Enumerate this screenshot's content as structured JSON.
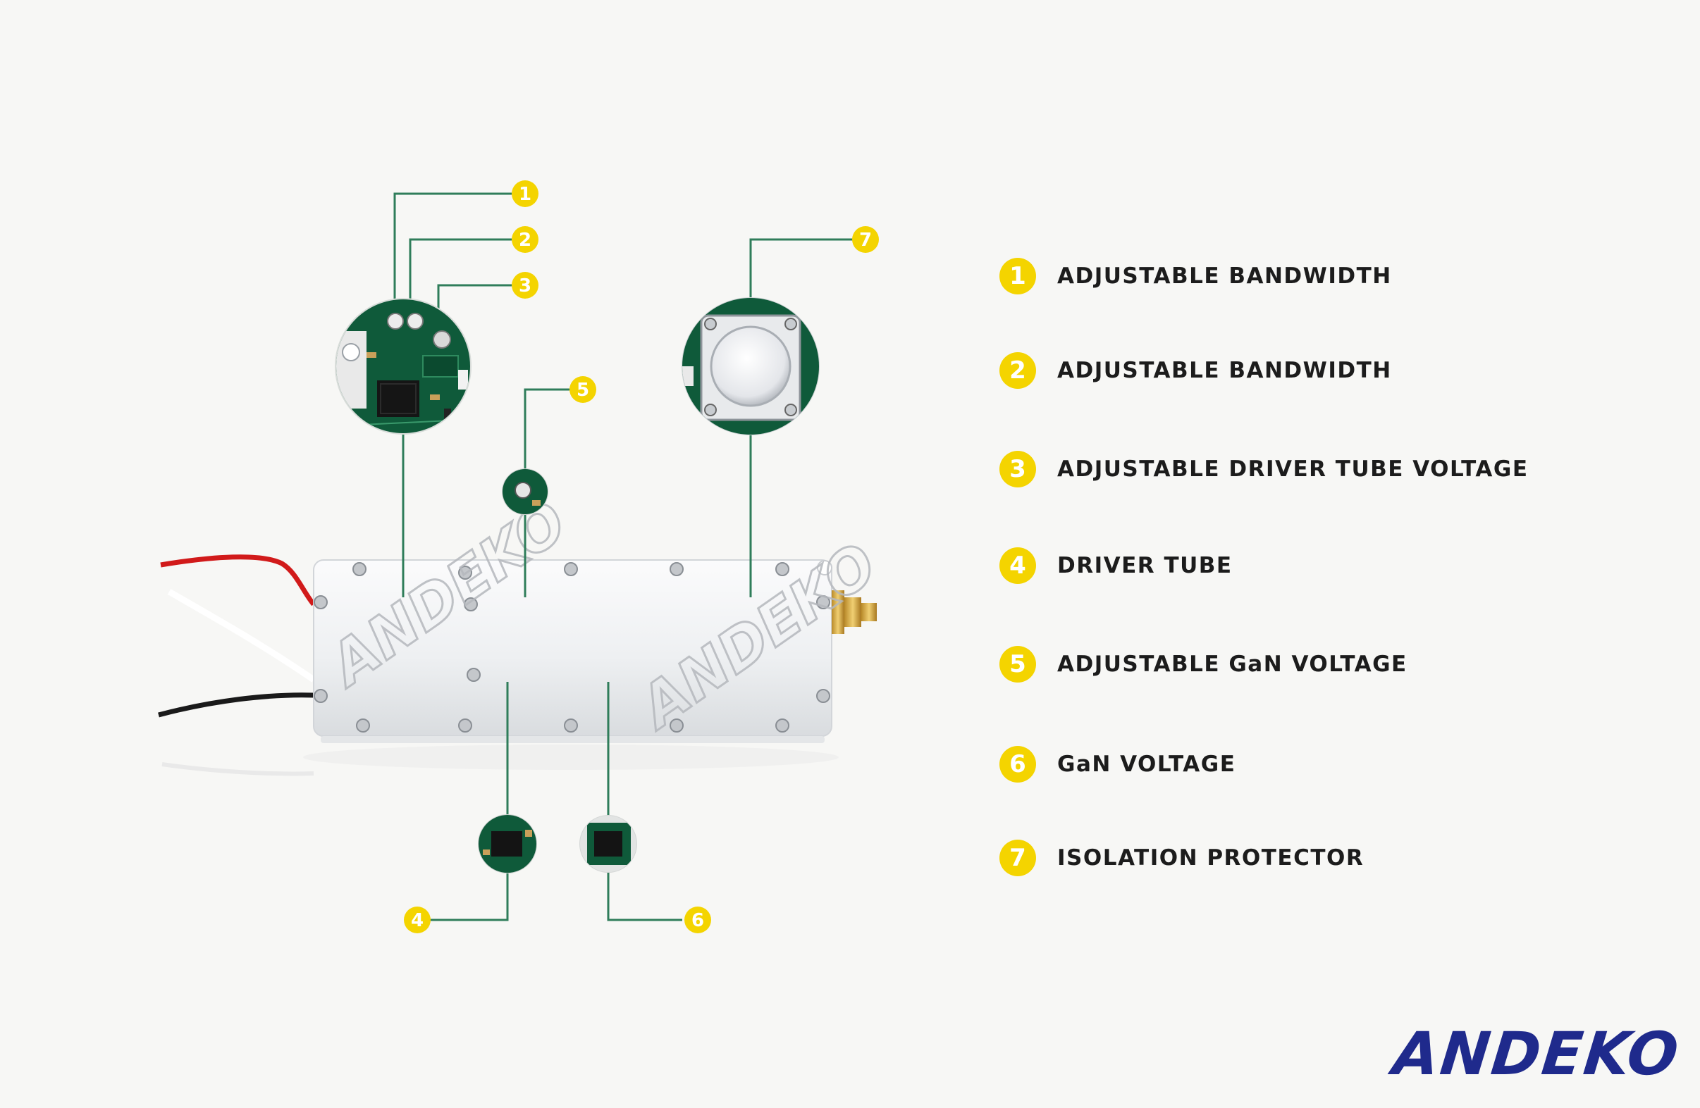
{
  "callouts": [
    {
      "num": "1",
      "label": "ADJUSTABLE BANDWIDTH"
    },
    {
      "num": "2",
      "label": "ADJUSTABLE BANDWIDTH"
    },
    {
      "num": "3",
      "label": "ADJUSTABLE DRIVER TUBE VOLTAGE"
    },
    {
      "num": "4",
      "label": "DRIVER TUBE"
    },
    {
      "num": "5",
      "label": "ADJUSTABLE GaN VOLTAGE"
    },
    {
      "num": "6",
      "label": "GaN VOLTAGE"
    },
    {
      "num": "7",
      "label": "ISOLATION PROTECTOR"
    }
  ],
  "watermark": "ANDEKO",
  "brand": "ANDEKO",
  "colors": {
    "badge": "#f4d400",
    "leader_line": "#2f7d5a",
    "label_text": "#1c1c1c",
    "brand": "#1f2a8c",
    "pcb": "#0f5a3a",
    "housing": "#eceef0"
  }
}
